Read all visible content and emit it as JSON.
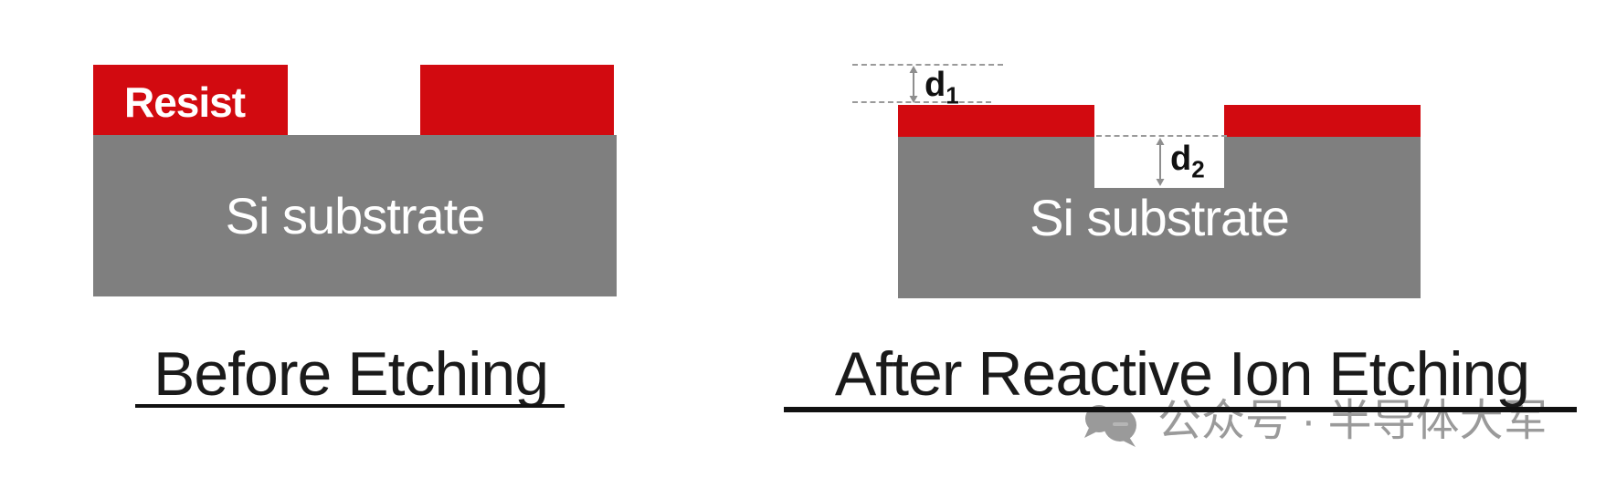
{
  "colors": {
    "background": "#ffffff",
    "resist_red": "#d20a10",
    "substrate_gray": "#7f7f7f",
    "block_text_white": "#ffffff",
    "caption_black": "#1a1a1a",
    "dimension_gray": "#8e8e8e",
    "dotted_line_gray": "#9a9a9a",
    "watermark_gray": "#9a9a9a"
  },
  "before": {
    "resist_label": "Resist",
    "substrate_label": "Si substrate",
    "caption": "Before Etching"
  },
  "after": {
    "substrate_label": "Si substrate",
    "caption": "After Reactive Ion Etching",
    "d1": {
      "base": "d",
      "sub": "1"
    },
    "d2": {
      "base": "d",
      "sub": "2"
    }
  },
  "watermark": {
    "icon": "chat-bubbles-icon",
    "text": "公众号 · 半导体大军"
  }
}
